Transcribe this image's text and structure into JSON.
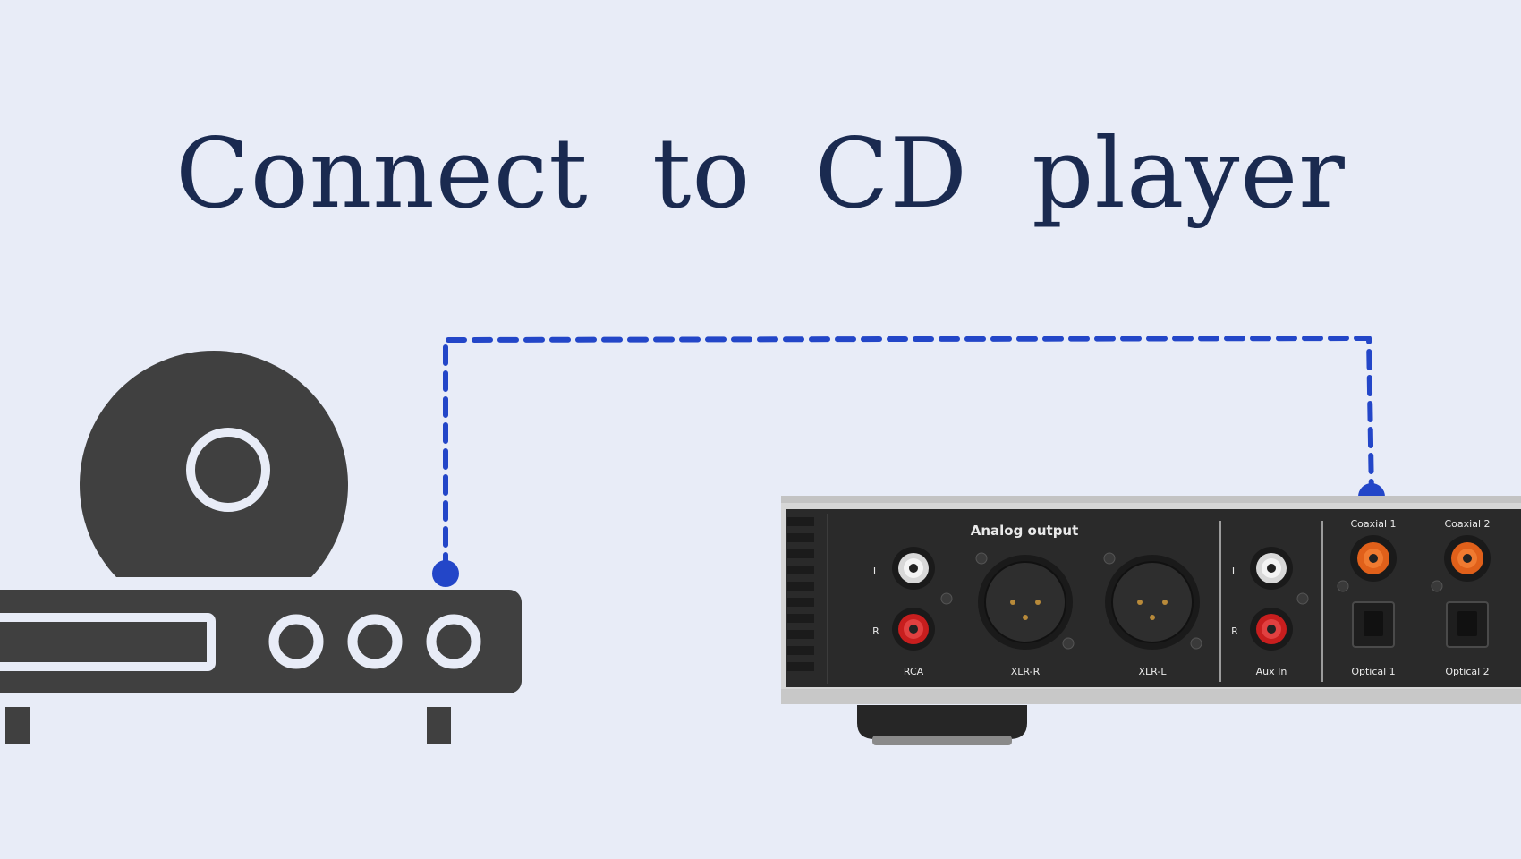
{
  "title": "Connect to CD player",
  "colors": {
    "background": "#e8ecf7",
    "title": "#1a2a50",
    "cable": "#2346c8",
    "cd_player": "#404040",
    "panel": "#2a2a2a",
    "chassis": "#d6d6d6"
  },
  "icons": [
    "cd-player-icon",
    "disc-icon"
  ],
  "device_panel": {
    "section_title": "Analog output",
    "channel_labels": [
      "L",
      "R"
    ],
    "ports": {
      "rca": "RCA",
      "xlr_r": "XLR-R",
      "xlr_l": "XLR-L",
      "aux_in": "Aux In",
      "coaxial_1": "Coaxial 1",
      "coaxial_2": "Coaxial 2",
      "optical_1": "Optical 1",
      "optical_2": "Optical 2"
    }
  }
}
